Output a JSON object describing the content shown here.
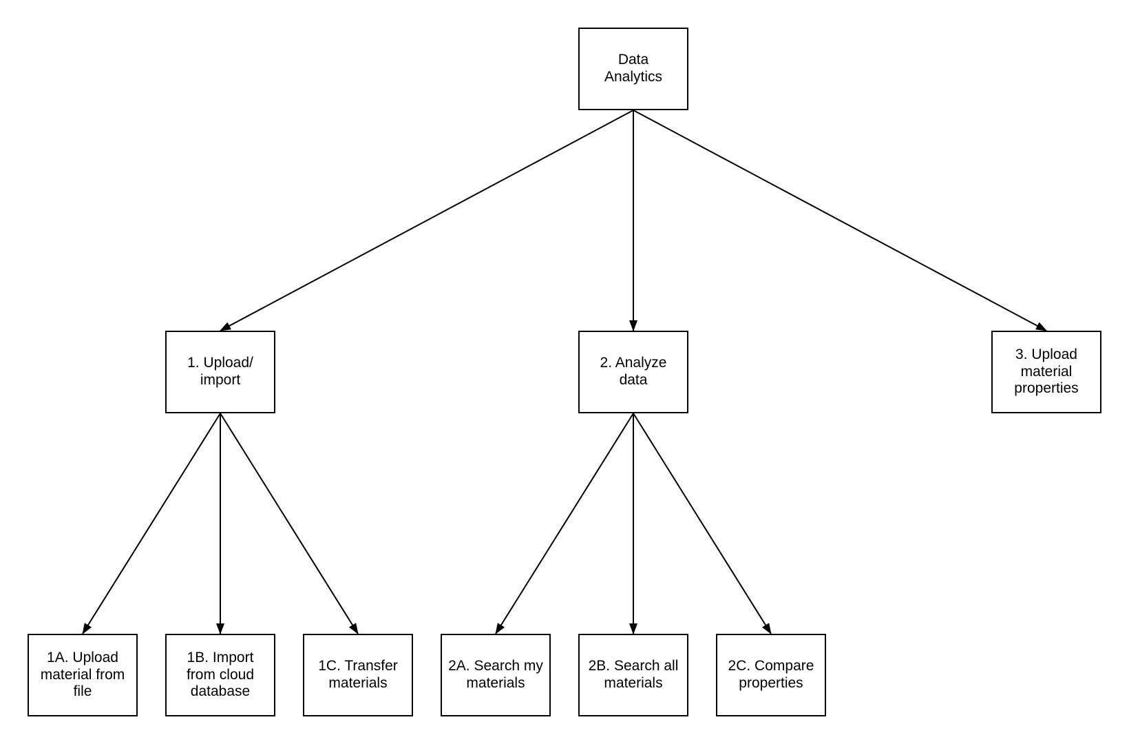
{
  "colors": {
    "background": "#ffffff",
    "node_fill": "#ffffff",
    "node_border": "#000000",
    "edge": "#000000",
    "text": "#000000"
  },
  "diagram": {
    "type": "tree-flowchart",
    "nodes": {
      "root": {
        "label": "Data\nAnalytics"
      },
      "node1": {
        "label": "1. Upload/\nimport"
      },
      "node2": {
        "label": "2. Analyze\ndata"
      },
      "node3": {
        "label": "3. Upload\nmaterial\nproperties"
      },
      "node1a": {
        "label": "1A. Upload\nmaterial from\nfile"
      },
      "node1b": {
        "label": "1B. Import\nfrom cloud\ndatabase"
      },
      "node1c": {
        "label": "1C. Transfer\nmaterials"
      },
      "node2a": {
        "label": "2A. Search my\nmaterials"
      },
      "node2b": {
        "label": "2B. Search all\nmaterials"
      },
      "node2c": {
        "label": "2C. Compare\nproperties"
      }
    },
    "edges": [
      {
        "from": "root",
        "to": "node1"
      },
      {
        "from": "root",
        "to": "node2"
      },
      {
        "from": "root",
        "to": "node3"
      },
      {
        "from": "node1",
        "to": "node1a"
      },
      {
        "from": "node1",
        "to": "node1b"
      },
      {
        "from": "node1",
        "to": "node1c"
      },
      {
        "from": "node2",
        "to": "node2a"
      },
      {
        "from": "node2",
        "to": "node2b"
      },
      {
        "from": "node2",
        "to": "node2c"
      }
    ]
  }
}
